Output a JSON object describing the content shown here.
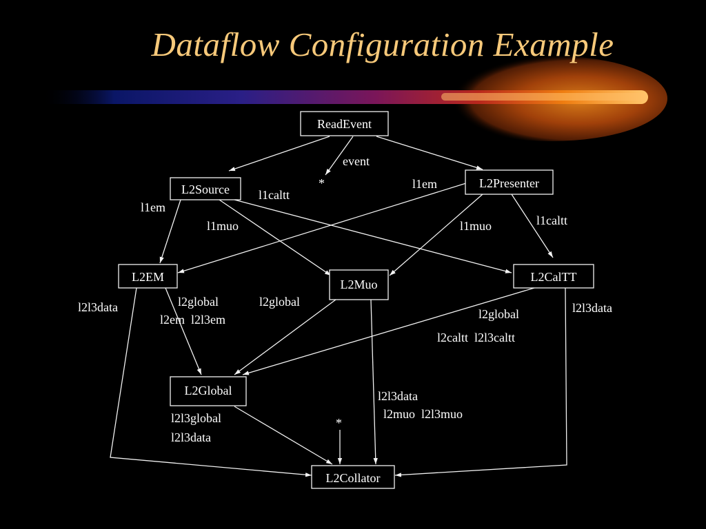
{
  "slide": {
    "title": "Dataflow Configuration Example",
    "colors": {
      "title": "#f7c97a",
      "background": "#000000",
      "line": "#f2f2f2",
      "text": "#ffffff"
    }
  },
  "diagram": {
    "nodes": {
      "readevent": "ReadEvent",
      "l2source": "L2Source",
      "l2presenter": "L2Presenter",
      "l2em": "L2EM",
      "l2muo": "L2Muo",
      "l2caltt": "L2CalTT",
      "l2global": "L2Global",
      "l2collator": "L2Collator"
    },
    "labels": {
      "event": "event",
      "star_top": "*",
      "l1em_right": "l1em",
      "l1caltt_left": "l1caltt",
      "l1em_left": "l1em",
      "l1muo_left": "l1muo",
      "l1muo_right": "l1muo",
      "l1caltt_right": "l1caltt",
      "l2l3data_left": "l2l3data",
      "l2global_em": "l2global",
      "l2em_l2l3em": "l2em  l2l3em",
      "l2global_muo": "l2global",
      "l2global_cal": "l2global",
      "l2caltt_l2l3caltt": "l2caltt  l2l3caltt",
      "l2l3data_right": "l2l3data",
      "l2l3data_muo": "l2l3data",
      "l2muo_l2l3muo": "l2muo  l2l3muo",
      "l2l3global": "l2l3global",
      "l2l3data_global": "l2l3data",
      "star_bottom": "*"
    }
  }
}
